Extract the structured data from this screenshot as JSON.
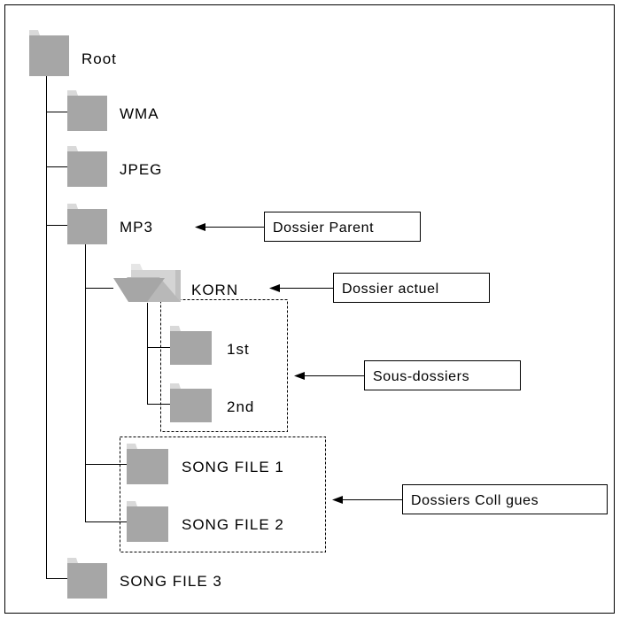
{
  "folders": {
    "root": "Root",
    "wma": "WMA",
    "jpeg": "JPEG",
    "mp3": "MP3",
    "korn": "KORN",
    "first": "1st",
    "second": "2nd",
    "song1": "SONG FILE 1",
    "song2": "SONG FILE 2",
    "song3": "SONG FILE 3"
  },
  "callouts": {
    "parent": "Dossier Parent",
    "current": "Dossier actuel",
    "subfolders": "Sous-dossiers",
    "siblings": "Dossiers Coll gues"
  },
  "colors": {
    "folder": "#a6a6a6",
    "folder_tab": "#d9d9d9",
    "line": "#000000"
  }
}
